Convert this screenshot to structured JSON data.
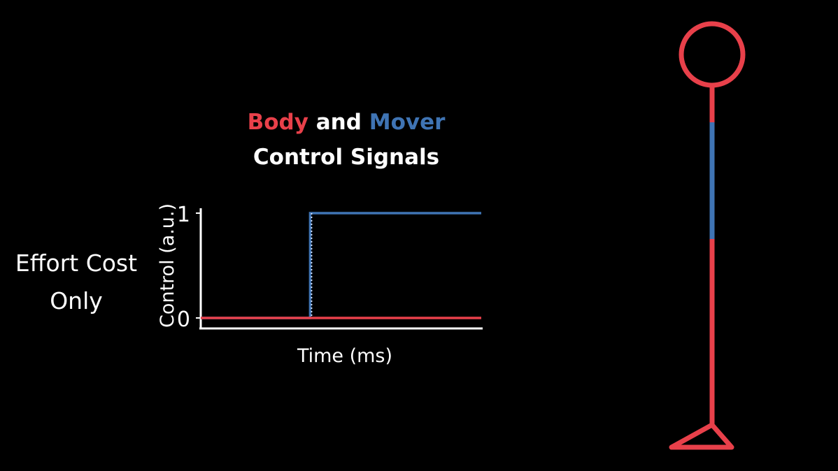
{
  "side_label": {
    "line1": "Effort Cost",
    "line2": "Only"
  },
  "title": {
    "word1": "Body",
    "word2": "and",
    "word3": "Mover",
    "line2": "Control Signals"
  },
  "colors": {
    "body": "#e8404a",
    "mover": "#3f74b4",
    "axis": "#ffffff",
    "dotted": "#cfe0ff"
  },
  "chart_data": {
    "type": "line",
    "xlabel": "Time (ms)",
    "ylabel": "Control (a.u.)",
    "yticks": [
      "0",
      "1"
    ],
    "ylim": [
      0,
      1
    ],
    "series": [
      {
        "name": "Body",
        "color": "#e8404a",
        "x": [
          0,
          1
        ],
        "y": [
          0,
          0
        ]
      },
      {
        "name": "Mover",
        "color": "#3f74b4",
        "x": [
          0,
          0.39,
          0.39,
          1
        ],
        "y": [
          0,
          0,
          1,
          1
        ]
      }
    ],
    "step_time": 0.39
  }
}
